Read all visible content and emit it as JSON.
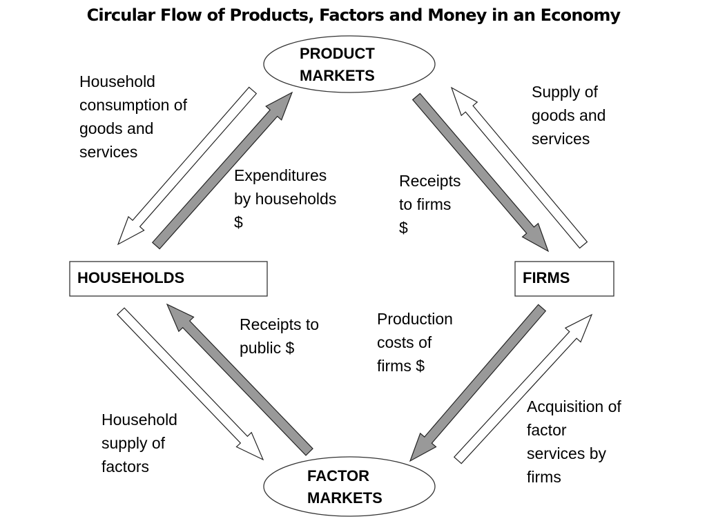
{
  "title": "Circular Flow of Products, Factors and Money in an Economy",
  "nodes": {
    "product_markets": [
      "PRODUCT",
      "MARKETS"
    ],
    "factor_markets": [
      "FACTOR",
      "MARKETS"
    ],
    "households": "HOUSEHOLDS",
    "firms": "FIRMS"
  },
  "flows": {
    "household_consumption": [
      "Household",
      "consumption of",
      "goods and",
      "services"
    ],
    "expenditures_by_households": [
      "Expenditures",
      "by households",
      "$"
    ],
    "receipts_to_firms": [
      "Receipts",
      "to firms",
      "$"
    ],
    "supply_of_goods": [
      "Supply of",
      "goods and",
      "services"
    ],
    "receipts_to_public": [
      "Receipts to",
      "public $"
    ],
    "production_costs": [
      "Production",
      "costs of",
      "firms $"
    ],
    "household_supply_factors": [
      "Household",
      "supply of",
      "factors"
    ],
    "acquisition_of_factors": [
      "Acquisition of",
      "factor",
      "services by",
      "firms"
    ]
  },
  "colors": {
    "money_arrow_fill": "#999999",
    "flow_arrow_fill": "#ffffff",
    "stroke": "#222222"
  }
}
